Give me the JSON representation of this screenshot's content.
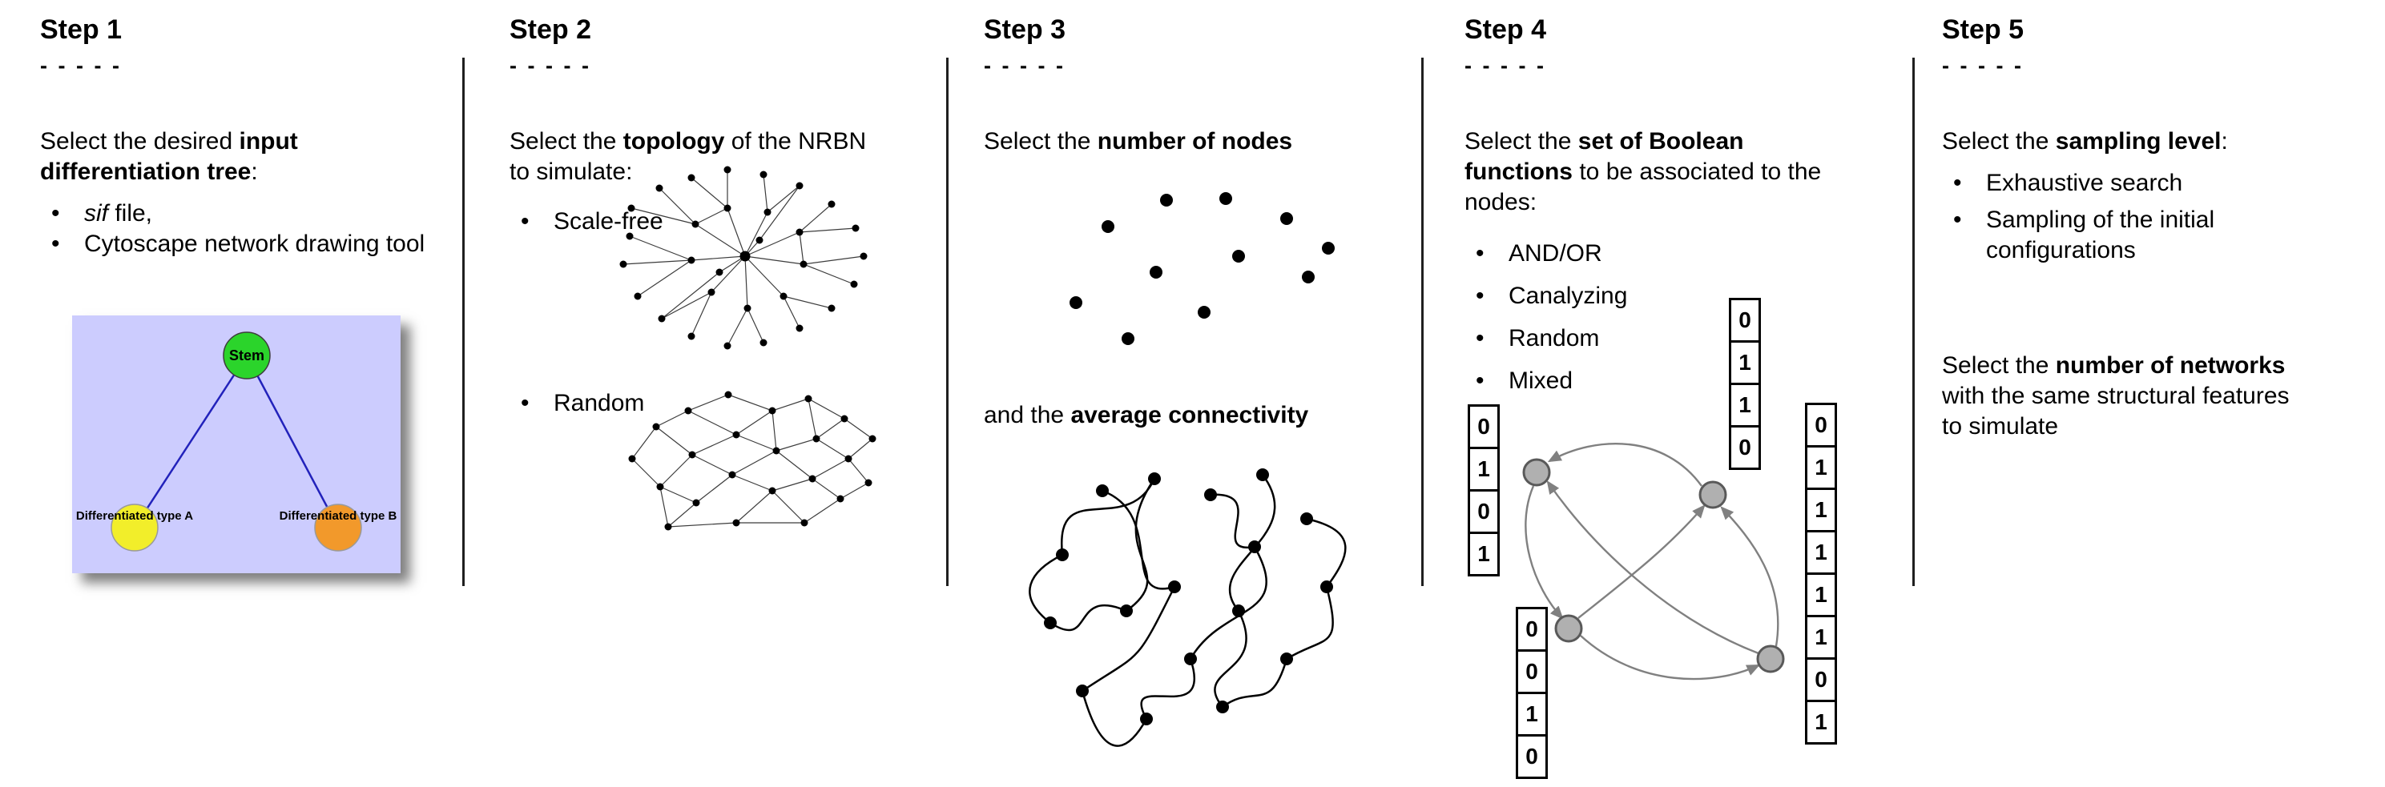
{
  "colors": {
    "tree_background": "#ccccfe",
    "stem_node": "#2bd42b",
    "type_a_node": "#f2ee2a",
    "type_b_node": "#f2992b",
    "tree_edge": "#2222bb",
    "boolean_node": "#b0b0b0",
    "arrow": "#808080"
  },
  "steps": [
    {
      "title": "Step 1",
      "dashes": "- - - - -",
      "intro_pre": "Select the desired ",
      "intro_bold": "input differentiation tree",
      "intro_post": ":",
      "bullet1_italic": "sif",
      "bullet1_rest": " file,",
      "bullet2": "Cytoscape network drawing tool",
      "tree": {
        "root": "Stem",
        "left": "Differentiated type A",
        "right": "Differentiated type B"
      }
    },
    {
      "title": "Step 2",
      "dashes": "- - - - -",
      "intro_pre": "Select the ",
      "intro_bold": "topology",
      "intro_post": " of the NRBN to simulate:",
      "bullets": [
        {
          "text": "Scale-free"
        },
        {
          "text": "Random"
        }
      ]
    },
    {
      "title": "Step 3",
      "dashes": "- - - - -",
      "intro_pre": "Select the ",
      "intro_bold": "number of nodes",
      "intro_post": "",
      "second_pre": "and the ",
      "second_bold": "average connectivity",
      "second_post": ""
    },
    {
      "title": "Step 4",
      "dashes": "- - - - -",
      "intro_pre": "Select the ",
      "intro_bold": "set of Boolean functions",
      "intro_post": " to be associated to the nodes:",
      "bullets": [
        {
          "text": "AND/OR"
        },
        {
          "text": "Canalyzing"
        },
        {
          "text": "Random"
        },
        {
          "text": "Mixed"
        }
      ],
      "tables": {
        "left": [
          "0",
          "1",
          "0",
          "1"
        ],
        "top": [
          "0",
          "1",
          "1",
          "0"
        ],
        "bottom": [
          "0",
          "0",
          "1",
          "0"
        ],
        "right": [
          "0",
          "1",
          "1",
          "1",
          "1",
          "1",
          "0",
          "1"
        ]
      }
    },
    {
      "title": "Step 5",
      "dashes": "- - - - -",
      "intro_pre": "Select the ",
      "intro_bold": "sampling level",
      "intro_post": ":",
      "bullets": [
        {
          "text": "Exhaustive search"
        },
        {
          "text": "Sampling of the initial configurations"
        }
      ],
      "second_pre": "Select the ",
      "second_bold": "number of networks",
      "second_post": " with the same structural features to simulate"
    }
  ]
}
